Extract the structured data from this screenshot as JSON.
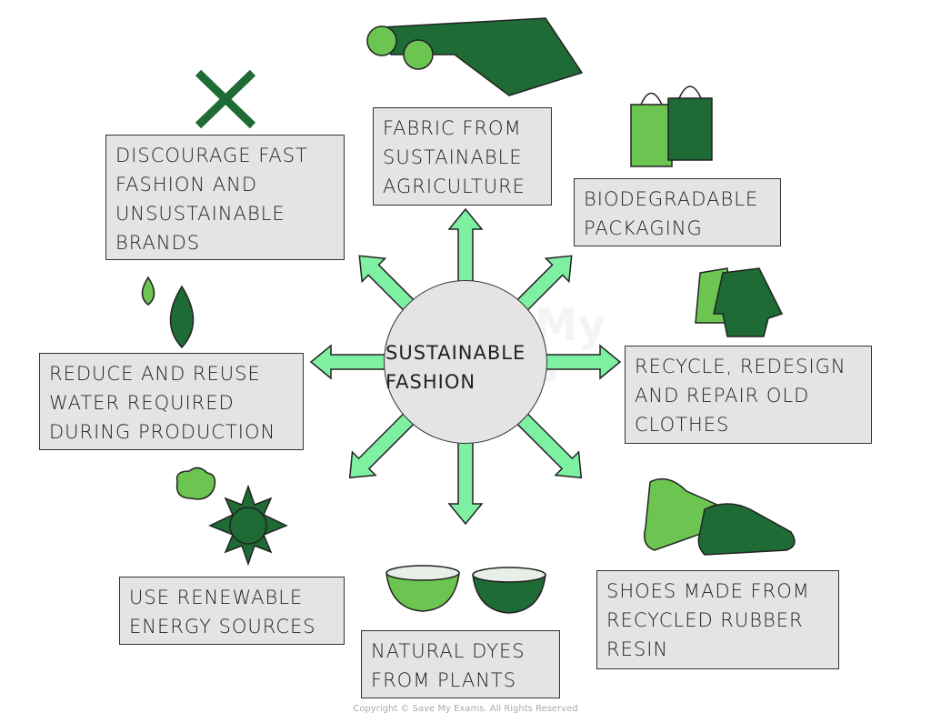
{
  "center": {
    "lines": [
      "SUSTAINABLE",
      "FASHION"
    ]
  },
  "watermark": {
    "lines": [
      "Save My",
      "Exams"
    ]
  },
  "boxes": [
    {
      "id": "discourage",
      "lines": [
        "DISCOURAGE FAST",
        "FASHION AND",
        "UNSUSTAINABLE",
        "BRANDS"
      ]
    },
    {
      "id": "fabric",
      "lines": [
        "FABRIC FROM",
        "SUSTAINABLE",
        "AGRICULTURE"
      ]
    },
    {
      "id": "packaging",
      "lines": [
        "BIODEGRADABLE",
        "PACKAGING"
      ]
    },
    {
      "id": "recycle",
      "lines": [
        "RECYCLE, REDESIGN",
        "AND REPAIR OLD",
        "CLOTHES"
      ]
    },
    {
      "id": "water",
      "lines": [
        "REDUCE AND REUSE",
        "WATER REQUIRED",
        "DURING PRODUCTION"
      ]
    },
    {
      "id": "energy",
      "lines": [
        "USE RENEWABLE",
        "ENERGY SOURCES"
      ]
    },
    {
      "id": "dyes",
      "lines": [
        "NATURAL DYES",
        "FROM PLANTS"
      ]
    },
    {
      "id": "shoes",
      "lines": [
        "SHOES MADE FROM",
        "RECYCLED RUBBER",
        "RESIN"
      ]
    }
  ],
  "copyright": "Copyright © Save My Exams. All Rights Reserved",
  "colors": {
    "arrow": "#7df0a2",
    "dark_green": "#1e6b35",
    "light_green": "#6cc551",
    "box": "#e4e4e4"
  }
}
